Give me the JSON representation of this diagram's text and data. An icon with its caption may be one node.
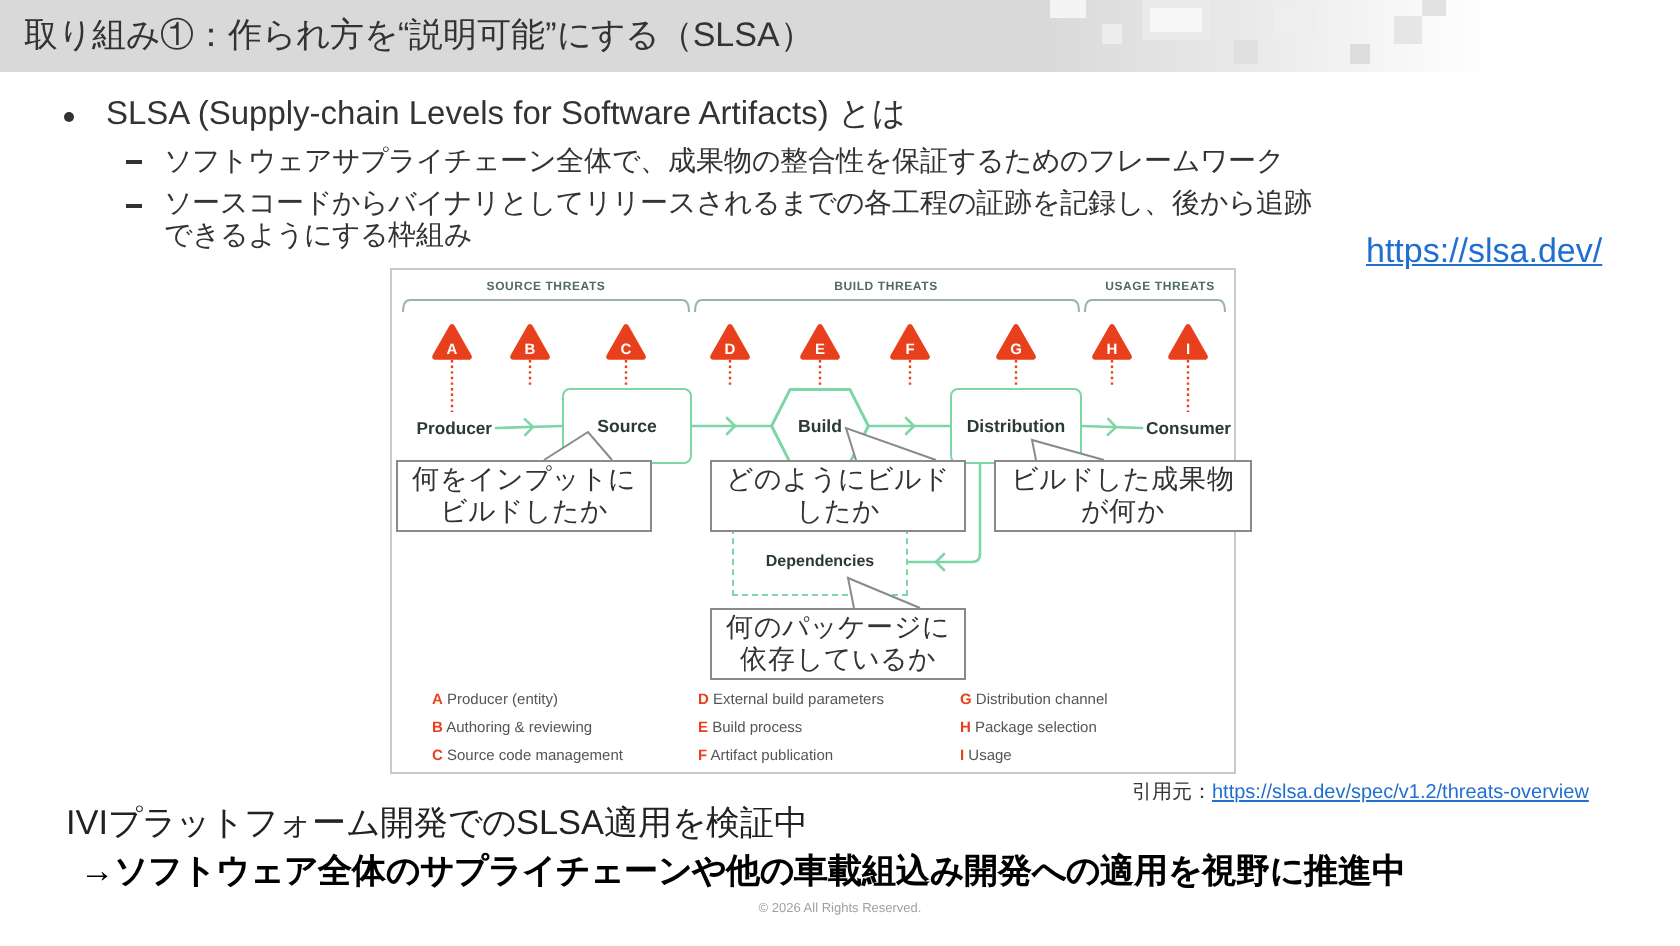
{
  "diagram": {
    "title": "取り組み①：作られ方を“説明可能”にする（SLSA）",
    "nodes": [
      {
        "text": [
          "A"
        ]
      },
      {
        "text": [
          "B"
        ]
      },
      {
        "text": [
          "C"
        ]
      },
      {
        "text": [
          "D"
        ]
      },
      {
        "text": [
          "E"
        ]
      },
      {
        "text": [
          "F"
        ]
      },
      {
        "text": [
          "G"
        ]
      },
      {
        "text": [
          "H"
        ]
      },
      {
        "text": [
          "I"
        ]
      },
      {
        "text": [
          "Producer"
        ]
      },
      {
        "text": [
          "Source"
        ]
      },
      {
        "text": [
          "Build"
        ]
      },
      {
        "text": [
          "Distribution"
        ]
      },
      {
        "text": [
          "Consumer"
        ]
      },
      {
        "text": [
          "何をインプットにビルドしたか"
        ]
      },
      {
        "text": [
          "どのようにビルドしたか"
        ]
      },
      {
        "text": [
          "ビルドした成果物が何か"
        ]
      },
      {
        "text": [
          "Dependencies"
        ]
      },
      {
        "text": [
          "何のパッケージに依存しているか"
        ]
      }
    ],
    "edges": [
      {
        "from": 9,
        "to": 10,
        "arrow": "to",
        "color": "#7ed6a7"
      },
      {
        "from": 10,
        "to": 11,
        "arrow": "to",
        "color": "#7ed6a7"
      },
      {
        "from": 11,
        "to": 12,
        "arrow": "to",
        "color": "#7ed6a7"
      },
      {
        "from": 12,
        "to": 13,
        "arrow": "to",
        "color": "#7ed6a7"
      },
      {
        "from": 12,
        "to": 17,
        "arrow": "to",
        "color": "#7ed6a7"
      },
      {
        "from": 0,
        "to": 9,
        "arrow": "none",
        "style": "dashed"
      },
      {
        "from": 1,
        "to": null,
        "arrow": "none",
        "style": "dashed"
      },
      {
        "from": 2,
        "to": 10,
        "arrow": "none",
        "style": "dashed"
      },
      {
        "from": 3,
        "to": null,
        "arrow": "none",
        "style": "dashed"
      },
      {
        "from": 4,
        "to": 11,
        "arrow": "none",
        "style": "dashed"
      },
      {
        "from": 5,
        "to": null,
        "arrow": "none",
        "style": "dashed"
      },
      {
        "from": 6,
        "to": 12,
        "arrow": "none",
        "style": "dashed"
      },
      {
        "from": 7,
        "to": null,
        "arrow": "none",
        "style": "dashed"
      },
      {
        "from": 8,
        "to": 13,
        "arrow": "none",
        "style": "dashed"
      },
      {
        "from": 14,
        "to": 10,
        "arrow": "none",
        "color": "#8a8a8a"
      },
      {
        "from": 15,
        "to": 11,
        "arrow": "none",
        "color": "#8a8a8a"
      },
      {
        "from": 16,
        "to": 12,
        "arrow": "none",
        "color": "#8a8a8a"
      },
      {
        "from": 18,
        "to": 17,
        "arrow": "none",
        "color": "#8a8a8a"
      }
    ],
    "labels": [
      "SLSA (Supply-chain Levels for Software Artifacts) とは",
      "ソフトウェアサプライチェーン全体で、成果物の整合性を保証するためのフレームワーク",
      "ソースコードからバイナリとしてリリースされるまでの各工程の証跡を記録し、後から追跡できるようにする枠組み",
      "https://slsa.dev/",
      "SOURCE THREATS",
      "BUILD THREATS",
      "USAGE THREATS",
      "**A** Producer (entity)",
      "**D** External build parameters",
      "**G** Distribution channel",
      "**B** Authoring & reviewing",
      "**E** Build process",
      "**H** Package selection",
      "**C** Source code management",
      "**F** Artifact publication",
      "**I** Usage",
      "引用元：",
      "https://slsa.dev/spec/v1.2/threats-overview",
      "IVIプラットフォーム開発でのSLSA適用を検証中",
      "→ソフトウェア全体のサプライチェーンや他の車載組込み開発への適用を視野に推進中",
      "© 2026 All Rights Reserved."
    ]
  }
}
